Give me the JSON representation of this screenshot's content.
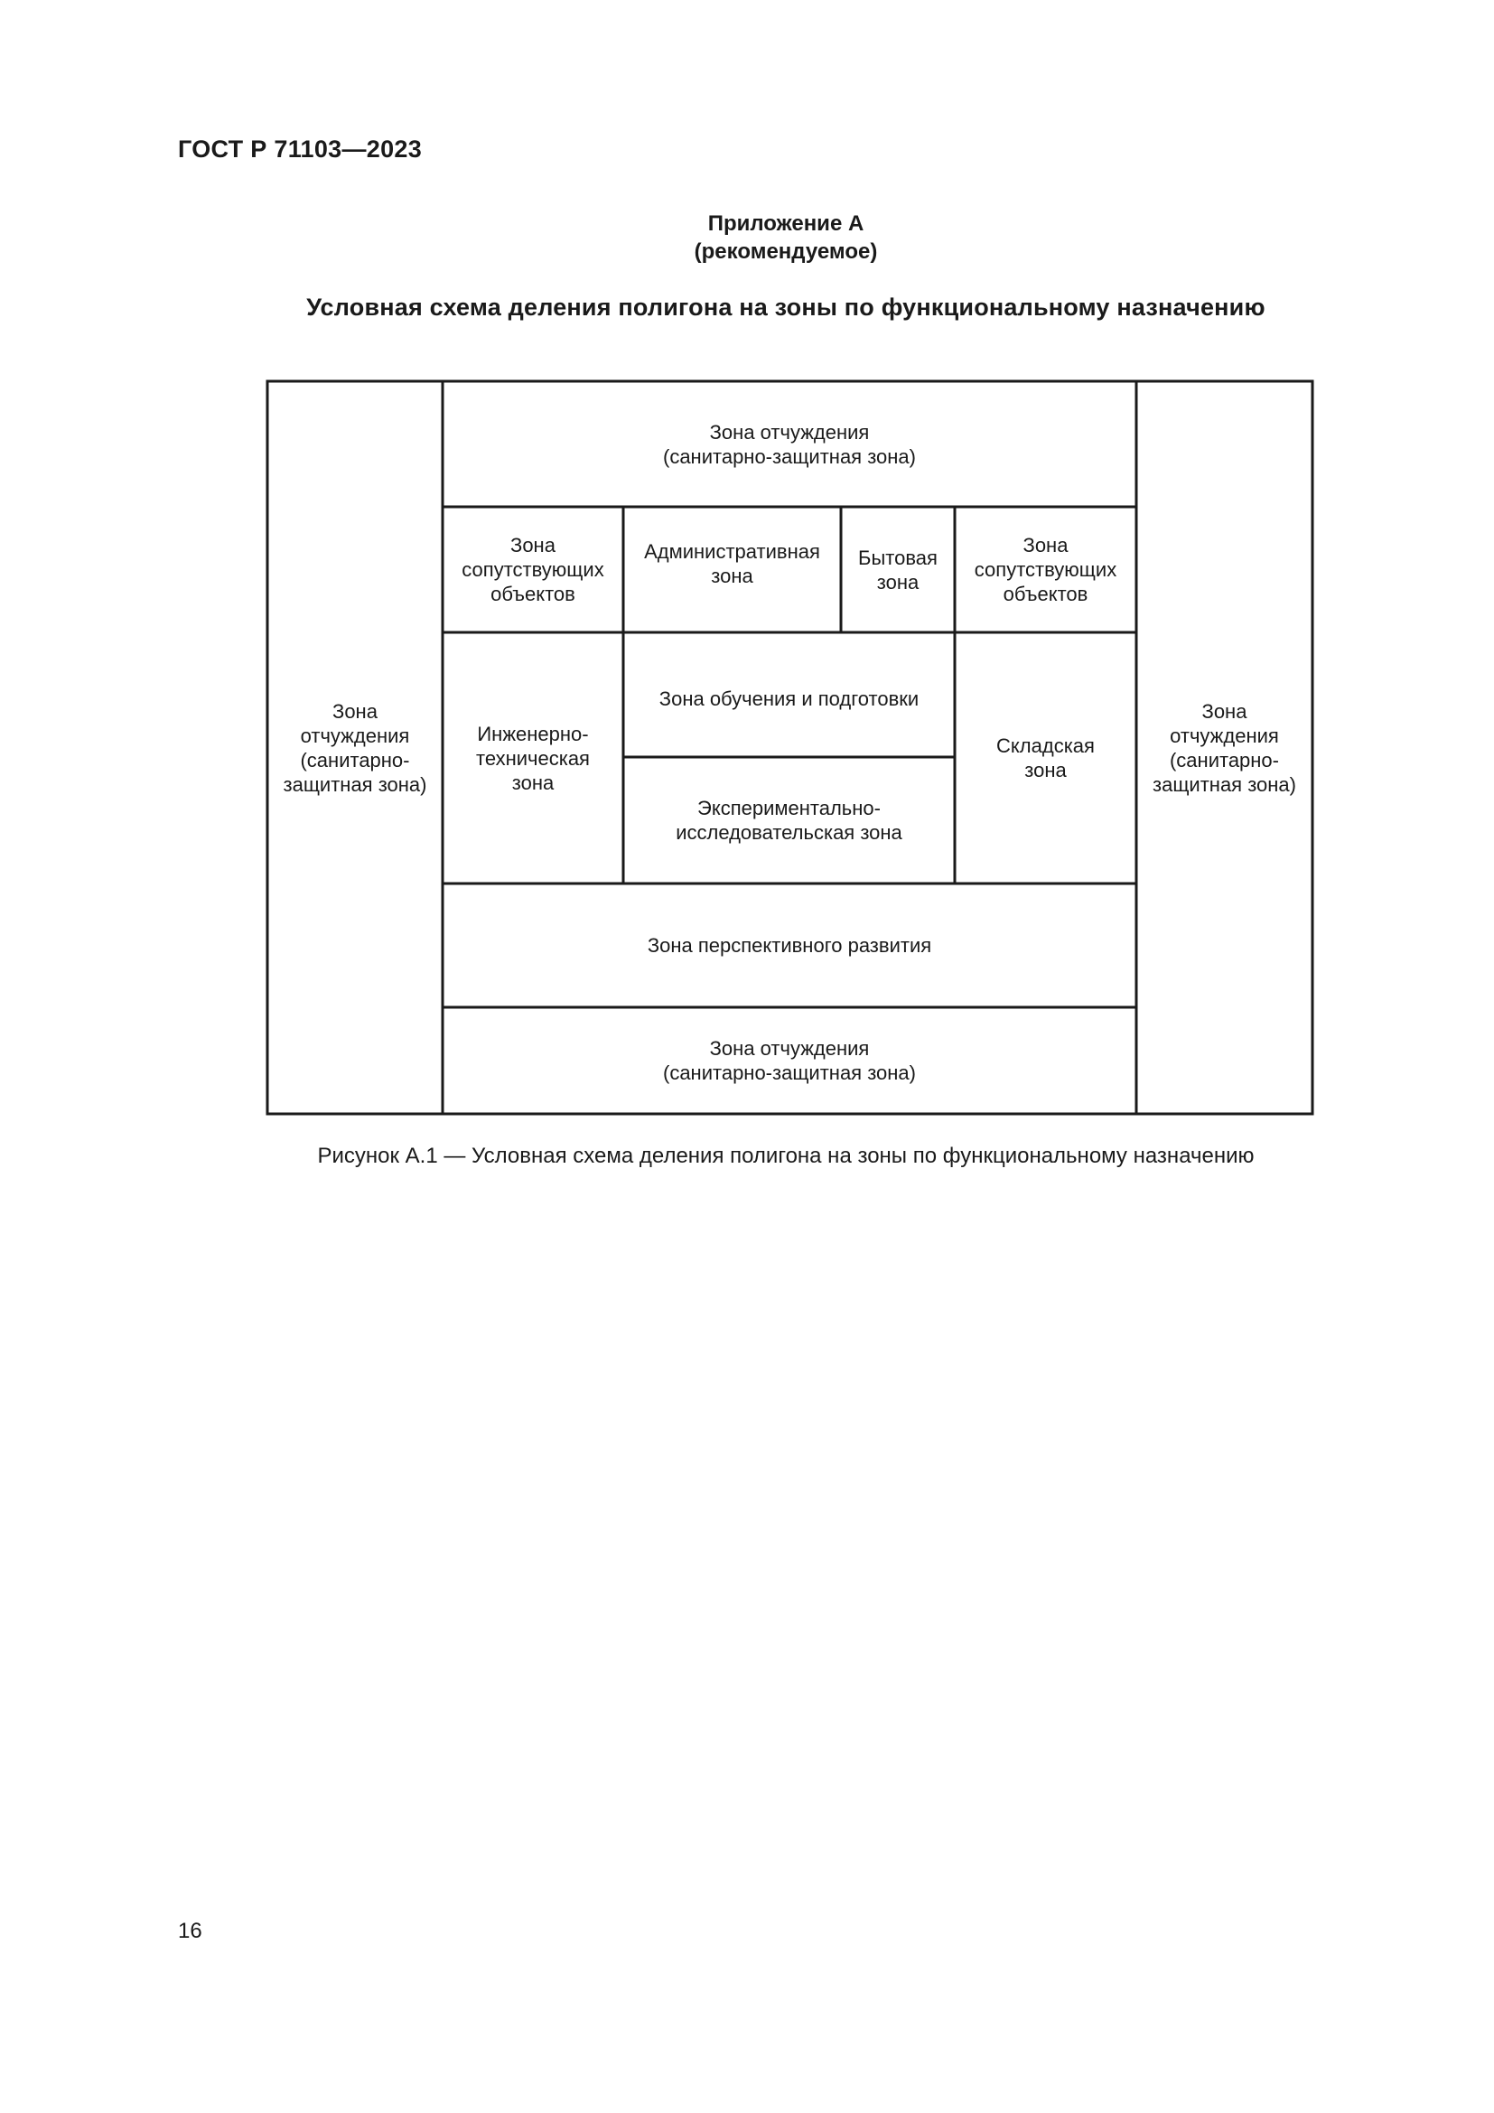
{
  "header": {
    "standard": "ГОСТ Р 71103—2023"
  },
  "appendix": {
    "title": "Приложение А",
    "status": "(рекомендуемое)"
  },
  "section_title": "Условная схема деления полигона на зоны по функциональному назначению",
  "diagram": {
    "left_zone": "Зона\nотчуждения\n(санитарно-\nзащитная зона)",
    "right_zone": "Зона\nотчуждения\n(санитарно-\nзащитная зона)",
    "top_zone": "Зона отчуждения\n(санитарно-защитная зона)",
    "support_zone_left": "Зона\nсопутствующих\nобъектов",
    "admin_zone": "Административная\nзона",
    "household_zone": "Бытовая\nзона",
    "support_zone_right": "Зона\nсопутствующих\nобъектов",
    "engineering_zone": "Инженерно-\nтехническая\nзона",
    "training_zone": "Зона обучения и подготовки",
    "research_zone": "Экспериментально-\nисследовательская зона",
    "storage_zone": "Складская\nзона",
    "development_zone": "Зона перспективного развития",
    "bottom_zone": "Зона отчуждения\n(санитарно-защитная зона)"
  },
  "caption": "Рисунок А.1 — Условная схема деления полигона на зоны по функциональному назначению",
  "page_number": "16"
}
